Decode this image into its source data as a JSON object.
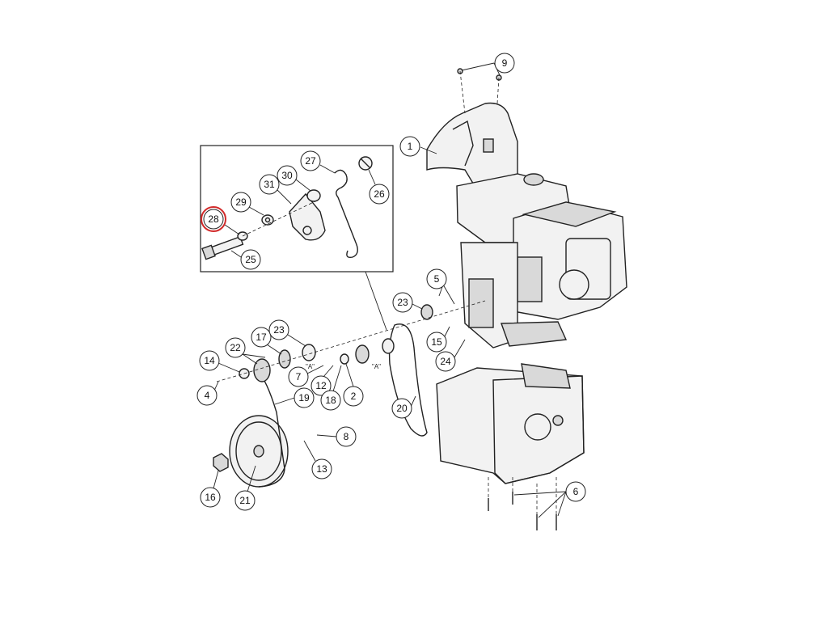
{
  "diagram": {
    "highlight_color": "#d22b2b",
    "line_color": "#222222",
    "highlighted_callout": "28",
    "center_labels": [
      "\"A\"",
      "\"A\""
    ],
    "callouts": [
      {
        "label": "1"
      },
      {
        "label": "2"
      },
      {
        "label": "4"
      },
      {
        "label": "5"
      },
      {
        "label": "6"
      },
      {
        "label": "7"
      },
      {
        "label": "8"
      },
      {
        "label": "9"
      },
      {
        "label": "12"
      },
      {
        "label": "13"
      },
      {
        "label": "14"
      },
      {
        "label": "15"
      },
      {
        "label": "16"
      },
      {
        "label": "17"
      },
      {
        "label": "18"
      },
      {
        "label": "19"
      },
      {
        "label": "20"
      },
      {
        "label": "21"
      },
      {
        "label": "22"
      },
      {
        "label": "23"
      },
      {
        "label": "23"
      },
      {
        "label": "24"
      },
      {
        "label": "25"
      },
      {
        "label": "26"
      },
      {
        "label": "27"
      },
      {
        "label": "28"
      },
      {
        "label": "29"
      },
      {
        "label": "30"
      },
      {
        "label": "31"
      }
    ]
  }
}
